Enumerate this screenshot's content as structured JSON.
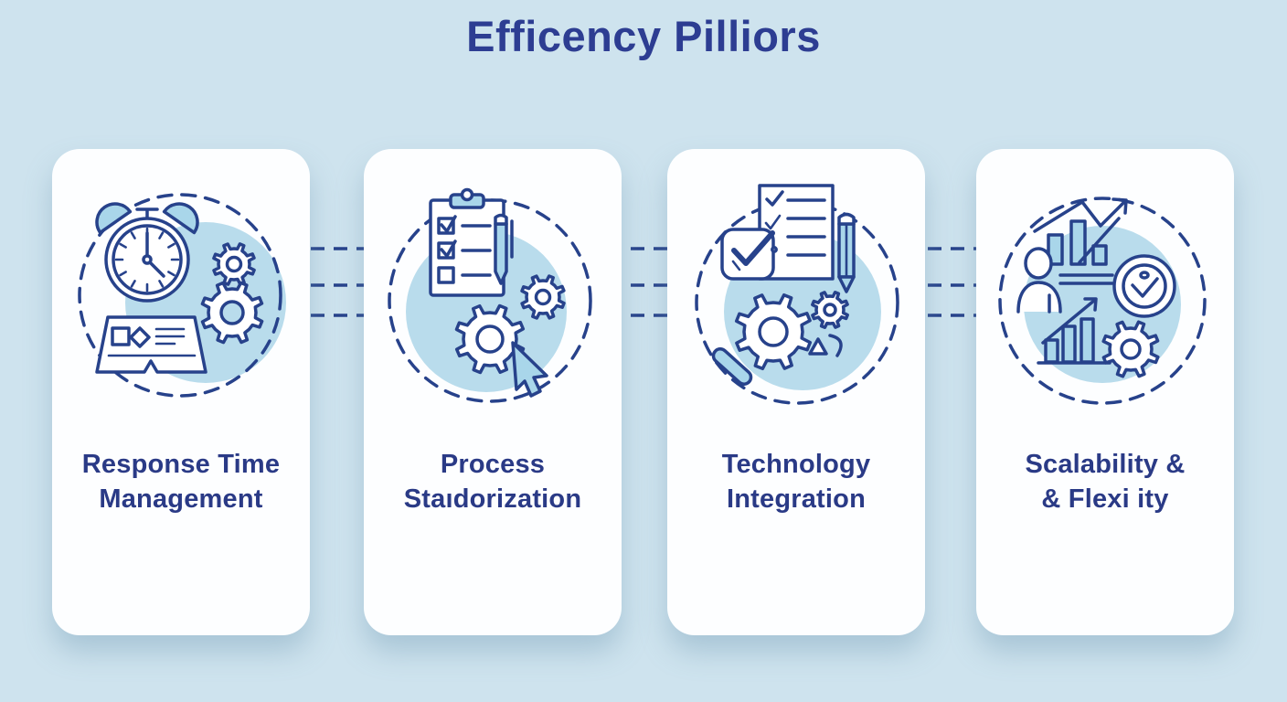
{
  "page": {
    "title": "Efficency Pilliors",
    "background_color": "#cee3ee",
    "card_color": "#fdfeff",
    "navy_color": "#27428b",
    "title_color": "#2d3d92",
    "label_color": "#2a3a86",
    "icon_fill_light": "#b9dcec",
    "icon_fill_accent": "#a9d6ea"
  },
  "connectors": {
    "style": "dashed",
    "lines_per_gap": 3,
    "gap_count": 3
  },
  "cards": [
    {
      "label": "Response Time\nManagement",
      "icon": "alarm-clock-gears-report-icon"
    },
    {
      "label": "Process\nStaıdorization",
      "icon": "checklist-gears-cursor-icon"
    },
    {
      "label": "Technology\nIntegration",
      "icon": "document-check-gear-magnifier-icon"
    },
    {
      "label": "Scalability &\n& Flexi ity",
      "icon": "person-charts-clock-gear-icon"
    }
  ]
}
